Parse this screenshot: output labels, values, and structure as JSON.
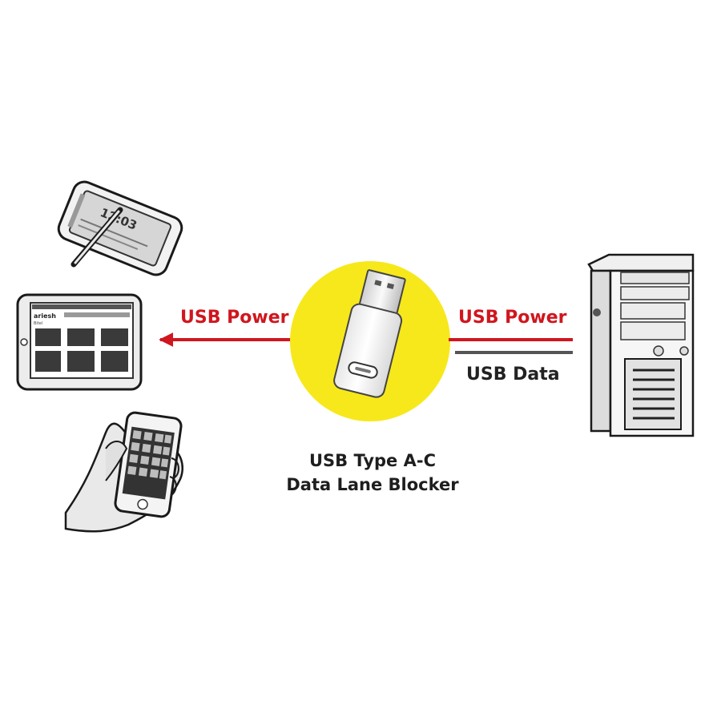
{
  "labels": {
    "left_power": "USB Power",
    "right_power": "USB Power",
    "right_data": "USB Data",
    "caption_line1": "USB Type A-C",
    "caption_line2": "Data Lane Blocker"
  },
  "tablet_screen": {
    "logo": "ariesh",
    "sub": "Bitel"
  },
  "phone_clock": "12:03",
  "colors": {
    "power_arrow": "#d0161e",
    "data_line": "#555555",
    "yellow_disc": "#f7e81b",
    "background": "#ffffff"
  },
  "icons": {
    "smartphone": "smartphone-stylus-icon",
    "tablet": "tablet-icon",
    "hand_phone": "hand-holding-phone-icon",
    "adapter": "usb-a-to-c-adapter-icon",
    "pc": "tower-pc-icon"
  }
}
